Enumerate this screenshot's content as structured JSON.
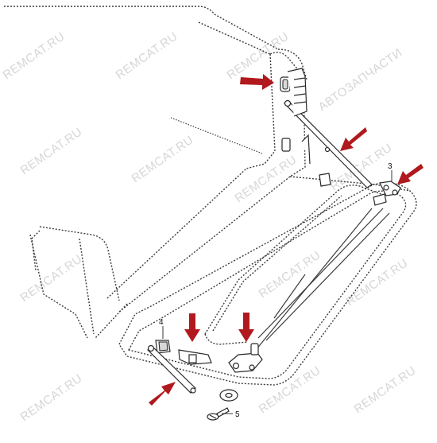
{
  "callouts": {
    "c3": "3",
    "c4": "4",
    "c5": "5"
  },
  "watermarks": [
    "REMCAT.RU",
    "REMCAT.RU",
    "REMCAT.RU",
    "REMCAT.RU",
    "REMCAT.RU",
    "REMCAT.RU",
    "REMCAT.RU",
    "АВТОЗАПЧАСТИ",
    "REMCAT.RU",
    "REMCAT.RU",
    "REMCAT.RU",
    "REMCAT.RU",
    "REMCAT.RU",
    "REMCAT.RU"
  ],
  "colors": {
    "arrow": "#b0191e",
    "line": "#3a3a3a",
    "watermark": "#c9c9c9"
  }
}
